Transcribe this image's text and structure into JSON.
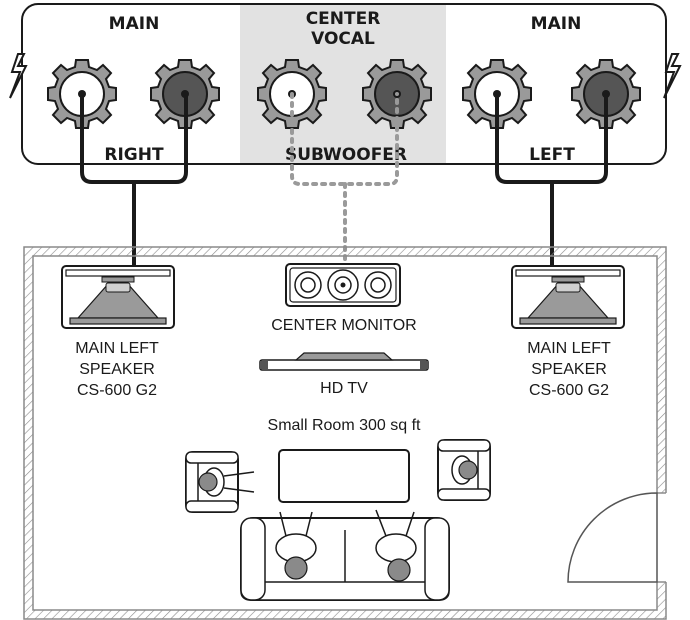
{
  "panel": {
    "left_group_header": "MAIN",
    "center_group_header_line1": "CENTER",
    "center_group_header_line2": "VOCAL",
    "right_group_header": "MAIN",
    "left_output_label": "RIGHT",
    "center_output_label": "SUBWOOFER",
    "right_output_label": "LEFT"
  },
  "room": {
    "size_label": "Small Room 300 sq ft"
  },
  "devices": {
    "left_speaker": {
      "line1": "MAIN LEFT",
      "line2": "SPEAKER",
      "line3": "CS-600 G2"
    },
    "right_speaker": {
      "line1": "MAIN LEFT",
      "line2": "SPEAKER",
      "line3": "CS-600 G2"
    },
    "center_monitor": "CENTER MONITOR",
    "tv": "HD TV"
  },
  "colors": {
    "outline": "#1a1a1a",
    "knob_gray": "#9a9a9a",
    "knob_dark": "#555555",
    "center_panel": "#e2e2e2",
    "dotted_cable": "#9a9a9a",
    "head": "#8a8a8a"
  }
}
